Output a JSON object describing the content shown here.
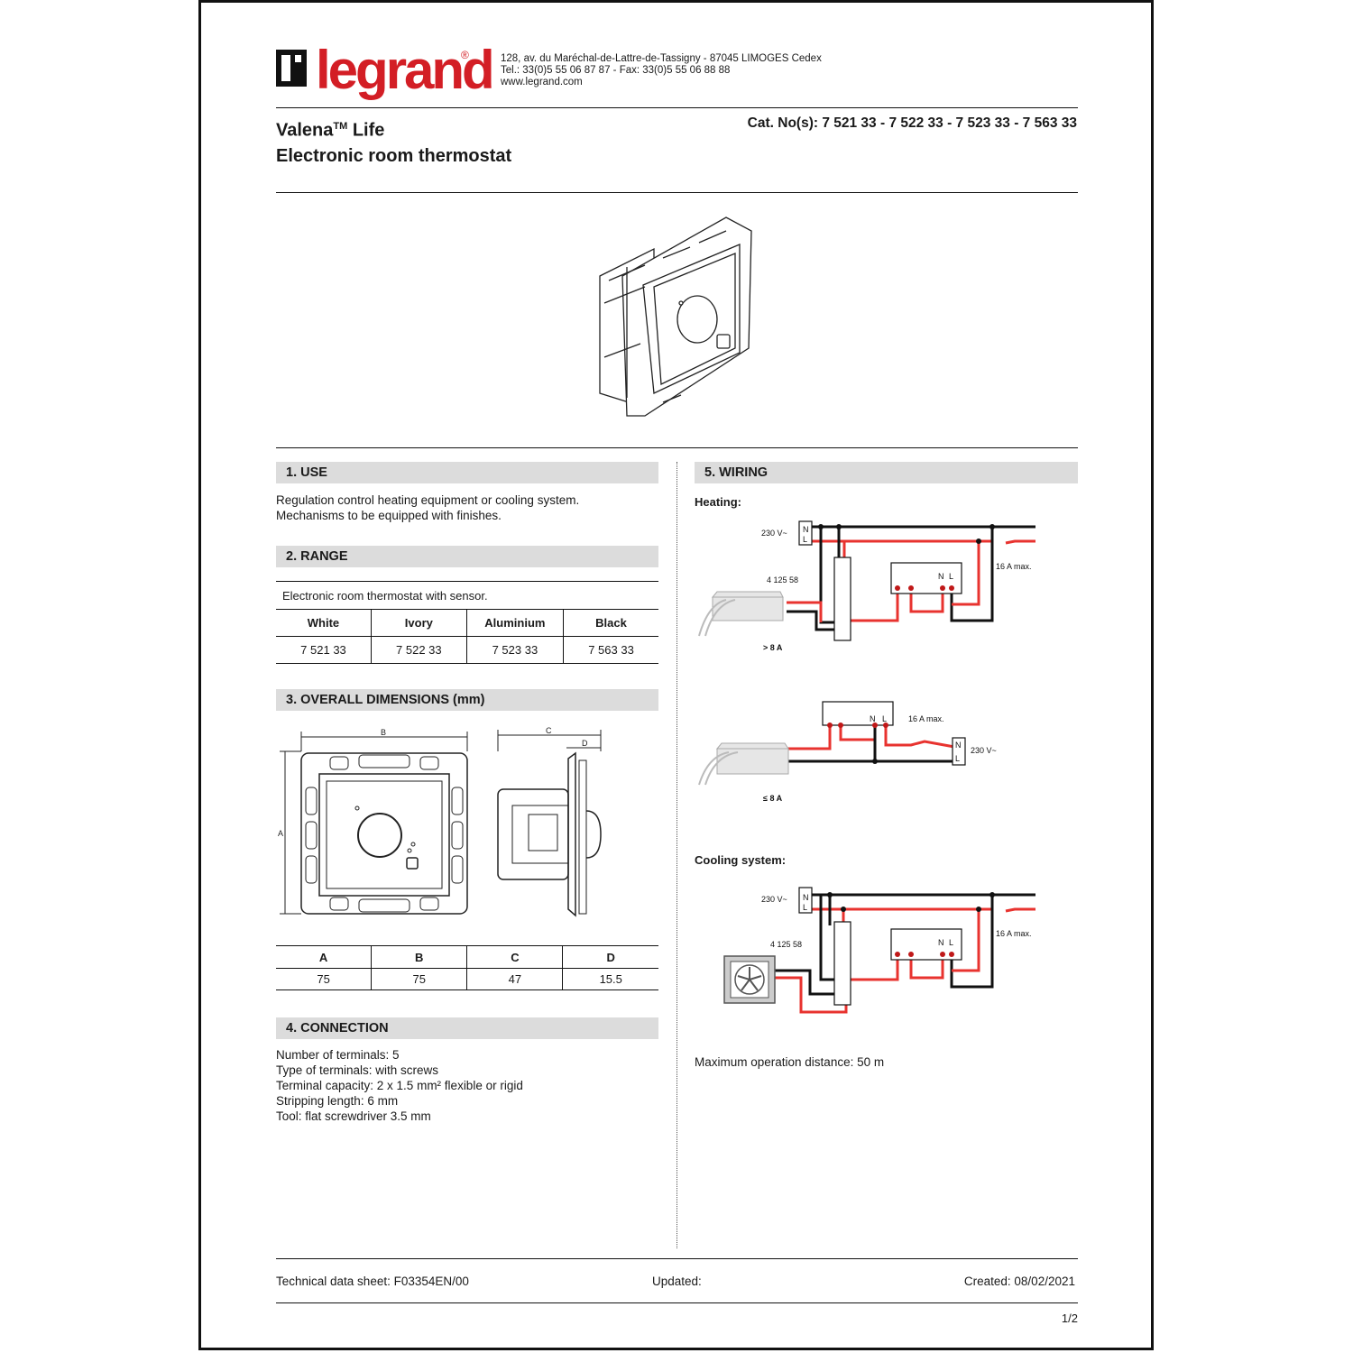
{
  "header": {
    "logo_text": "legrand",
    "address_lines": [
      "128, av. du Maréchal-de-Lattre-de-Tassigny - 87045 LIMOGES Cedex",
      "Tel.: 33(0)5 55 06 87 87 - Fax: 33(0)5 55 06 88 88",
      "www.legrand.com"
    ]
  },
  "product": {
    "brand": "Valena",
    "tm": "TM",
    "series": "Life",
    "name": "Electronic room thermostat",
    "cat_no": "Cat. No(s): 7 521 33 - 7 522 33 - 7 523 33 - 7 563 33"
  },
  "use": {
    "heading": "1. USE",
    "lines": [
      "Regulation control heating equipment or cooling system.",
      "Mechanisms to be equipped with finishes."
    ]
  },
  "range": {
    "heading": "2. RANGE",
    "caption": "Electronic room thermostat with sensor.",
    "headers": [
      "White",
      "Ivory",
      "Aluminium",
      "Black"
    ],
    "values": [
      "7 521 33",
      "7 522 33",
      "7 523 33",
      "7 563 33"
    ]
  },
  "dimensions": {
    "heading": "3. OVERALL DIMENSIONS (mm)",
    "labels": {
      "a": "A",
      "b": "B",
      "c": "C",
      "d": "D"
    },
    "headers": [
      "A",
      "B",
      "C",
      "D"
    ],
    "values": [
      "75",
      "75",
      "47",
      "15.5"
    ]
  },
  "connection": {
    "heading": "4. CONNECTION",
    "lines": [
      "Number of terminals: 5",
      "Type of terminals: with screws",
      "Terminal capacity: 2 x 1.5 mm² flexible or rigid",
      "Stripping length: 6 mm",
      "Tool: flat screwdriver 3.5 mm"
    ]
  },
  "wiring": {
    "heading": "5. WIRING",
    "heating_label": "Heating:",
    "cooling_label": "Cooling system:",
    "voltage": "230 V~",
    "breaker": "16 A max.",
    "relay_ref": "4 125 58",
    "gt8": "> 8 A",
    "le8": "≤ 8 A",
    "n": "N",
    "l": "L",
    "max_distance": "Maximum operation distance: 50 m"
  },
  "footer": {
    "sheet": "Technical data sheet: F03354EN/00",
    "updated": "Updated:",
    "created": "Created: 08/02/2021",
    "page": "1/2"
  },
  "colors": {
    "brand_red": "#d31e25",
    "wire_red": "#e8332f",
    "section_gray": "#dcdcdc"
  }
}
